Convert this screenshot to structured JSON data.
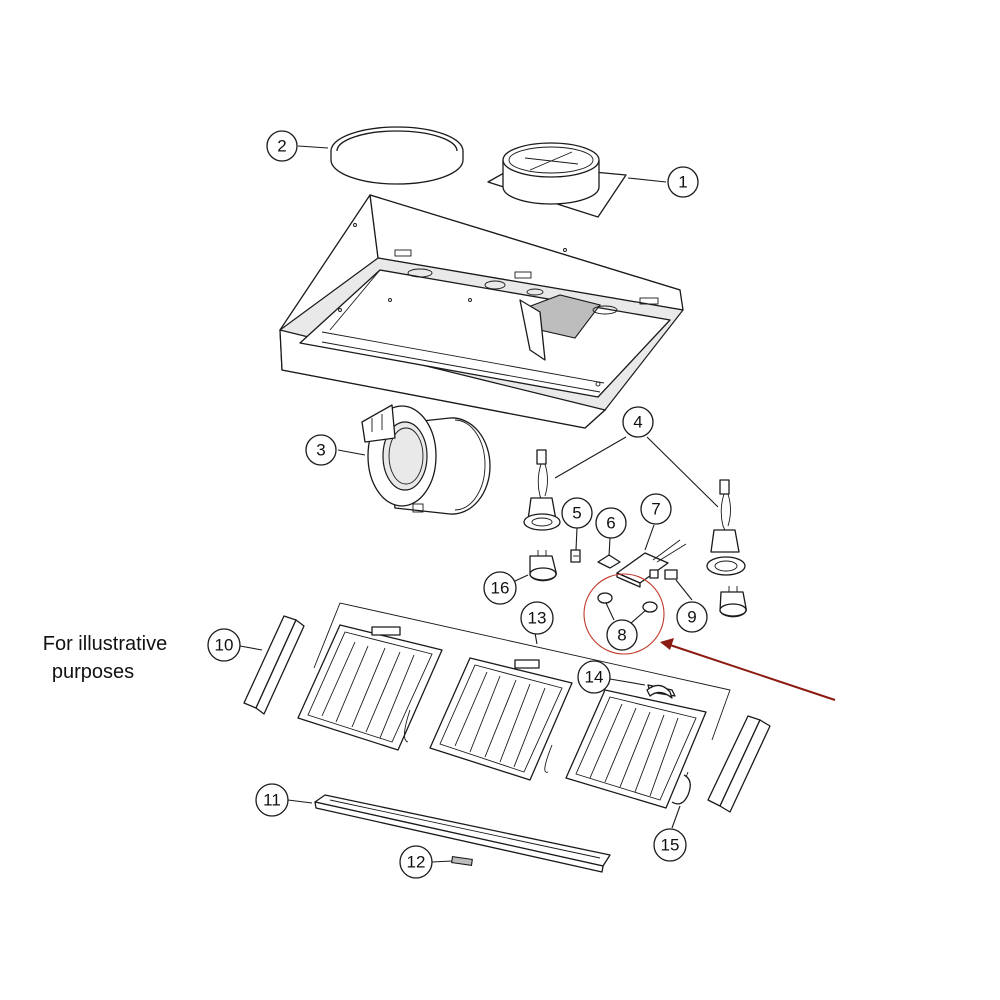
{
  "note": {
    "line1": "For illustrative",
    "line2": "purposes"
  },
  "callouts": [
    {
      "id": "c1",
      "label": "1"
    },
    {
      "id": "c2",
      "label": "2"
    },
    {
      "id": "c3",
      "label": "3"
    },
    {
      "id": "c4",
      "label": "4"
    },
    {
      "id": "c5",
      "label": "5"
    },
    {
      "id": "c6",
      "label": "6"
    },
    {
      "id": "c7",
      "label": "7"
    },
    {
      "id": "c8",
      "label": "8"
    },
    {
      "id": "c9",
      "label": "9"
    },
    {
      "id": "c10",
      "label": "10"
    },
    {
      "id": "c11",
      "label": "11"
    },
    {
      "id": "c12",
      "label": "12"
    },
    {
      "id": "c13",
      "label": "13"
    },
    {
      "id": "c14",
      "label": "14"
    },
    {
      "id": "c15",
      "label": "15"
    },
    {
      "id": "c16",
      "label": "16"
    }
  ],
  "colors": {
    "highlight_circle": "#c0392b",
    "pointer_arrow": "#8b1a12"
  }
}
